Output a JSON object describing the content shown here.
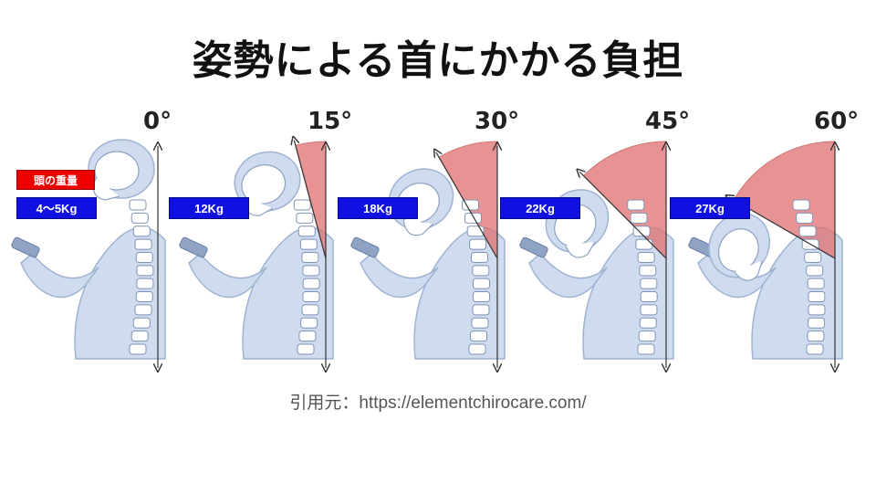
{
  "title": "姿勢による首にかかる負担",
  "head_weight_label": "頭の重量",
  "panels": [
    {
      "angle": "0°",
      "weight": "4〜5Kg"
    },
    {
      "angle": "15°",
      "weight": "12Kg"
    },
    {
      "angle": "30°",
      "weight": "18Kg"
    },
    {
      "angle": "45°",
      "weight": "22Kg"
    },
    {
      "angle": "60°",
      "weight": "27Kg"
    }
  ],
  "citation": "引用元：https://elementchirocare.com/",
  "colors": {
    "body": "#cfdcef",
    "body_stroke": "#9fb3d2",
    "wedge": "#e07070",
    "weight_box": "#1010e0",
    "head_label_box": "#ee0000"
  }
}
